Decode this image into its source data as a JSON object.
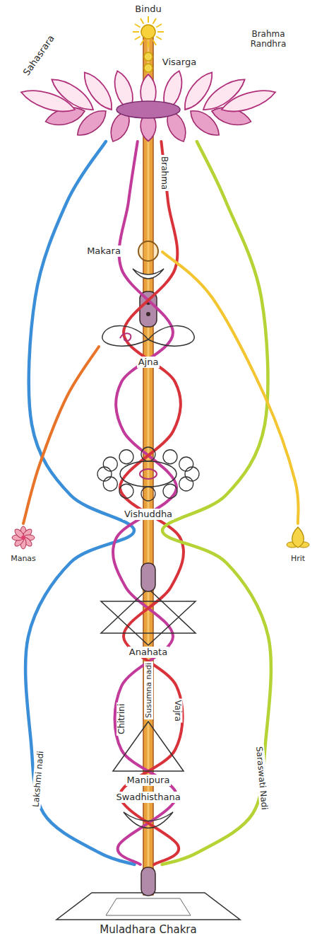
{
  "diagram": {
    "nodes": [
      {
        "text": [
          "Bindu"
        ]
      },
      {
        "text": [
          "Visarga"
        ]
      },
      {
        "text": [
          "Sahasrara"
        ]
      },
      {
        "text": [
          "Makara"
        ]
      },
      {
        "text": [
          "Ajna"
        ]
      },
      {
        "text": [
          "Vishuddha"
        ]
      },
      {
        "text": [
          "Manas"
        ]
      },
      {
        "text": [
          "Hrit"
        ]
      },
      {
        "text": [
          "Anahata"
        ]
      },
      {
        "text": [
          "Manipura"
        ]
      },
      {
        "text": [
          "Swadhisthana"
        ]
      },
      {
        "text": [
          "Muladhara Chakra"
        ]
      }
    ],
    "edges": [
      {
        "from": 11,
        "to": 2,
        "label": "Lakshmi nadi",
        "arrow": "none"
      },
      {
        "from": 11,
        "to": 2,
        "label": "Chitrini",
        "arrow": "none"
      },
      {
        "from": 11,
        "to": 2,
        "label": "Vajra",
        "arrow": "none"
      },
      {
        "from": 11,
        "to": 2,
        "label": "Saraswati Nadi",
        "arrow": "none"
      },
      {
        "from": 4,
        "to": 6,
        "arrow": "none"
      },
      {
        "from": 3,
        "to": 7,
        "arrow": "none"
      }
    ],
    "labels": [
      "Brahma Randhra",
      "Brahma",
      "Susumna nadi"
    ]
  }
}
